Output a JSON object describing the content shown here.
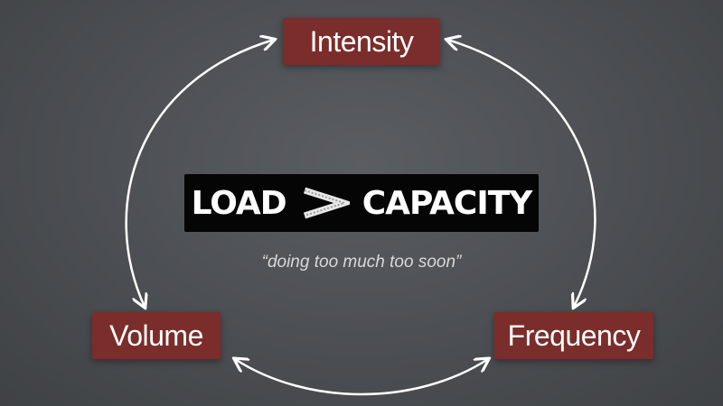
{
  "nodes": {
    "intensity": "Intensity",
    "volume": "Volume",
    "frequency": "Frequency"
  },
  "formula": {
    "left": "LOAD",
    "operator": ">",
    "right": "CAPACITY"
  },
  "tagline": "“doing too much too soon”",
  "colors": {
    "background": "#4b4e52",
    "node_fill": "#7a2d2a",
    "formula_fill": "#050505",
    "arrow": "#ffffff",
    "tagline": "#d9d9d9"
  }
}
